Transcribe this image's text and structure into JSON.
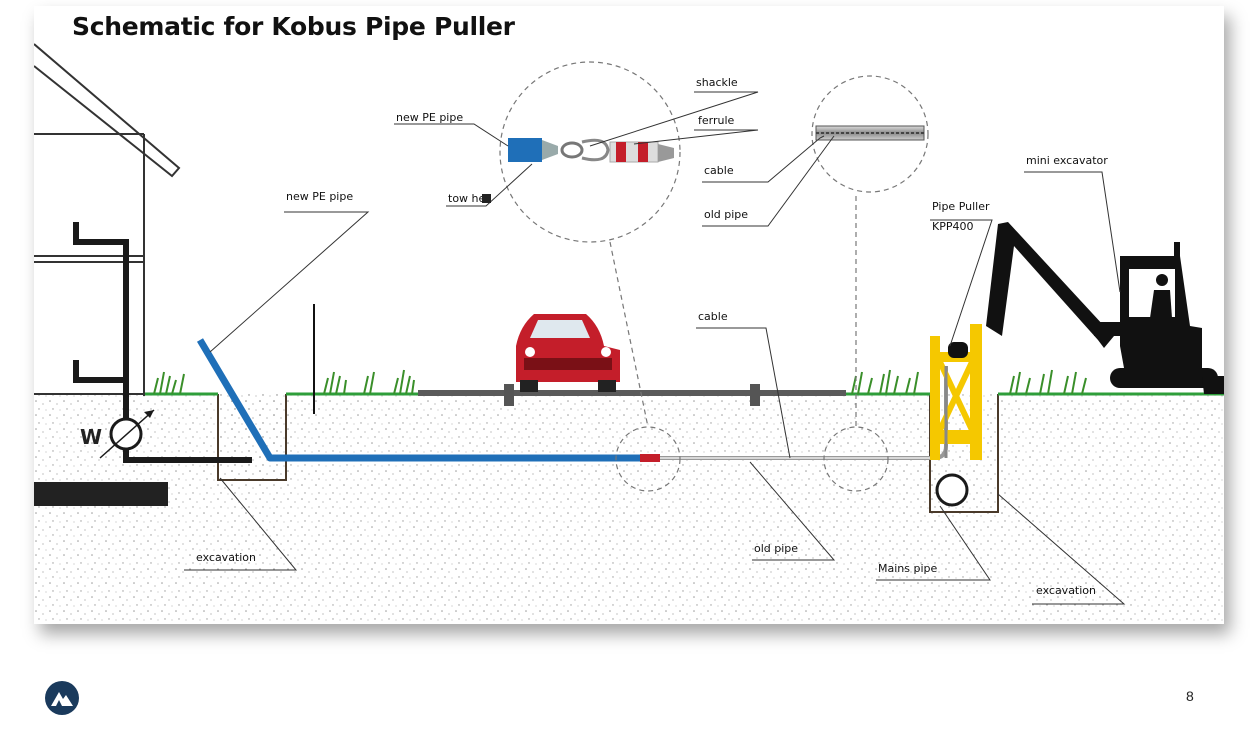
{
  "slide": {
    "title": "Schematic for Kobus Pipe Puller",
    "page_number": "8"
  },
  "labels": {
    "new_pe_pipe_detail": "new PE pipe",
    "tow_head": "tow he",
    "shackle": "shackle",
    "ferrule": "ferrule",
    "cable_detail": "cable",
    "old_pipe_detail": "old pipe",
    "new_pe_pipe": "new PE pipe",
    "cable": "cable",
    "old_pipe": "old pipe",
    "excavation_left": "excavation",
    "excavation_right": "excavation",
    "mains_pipe": "Mains pipe",
    "pipe_puller": "Pipe Puller",
    "pipe_puller_model": "KPP400",
    "mini_excavator": "mini excavator",
    "meter": "W"
  },
  "colors": {
    "new_pipe": "#1f6fb8",
    "grass_line": "#2e9e3a",
    "grass": "#3a8f2a",
    "puller_yellow": "#f5c800",
    "car_red": "#c41e2a",
    "ground_dots": "#9a9a9a",
    "logo": "#1a3a5c"
  },
  "icons": {
    "logo": "mountain-logo-icon",
    "meter": "water-meter-icon"
  }
}
